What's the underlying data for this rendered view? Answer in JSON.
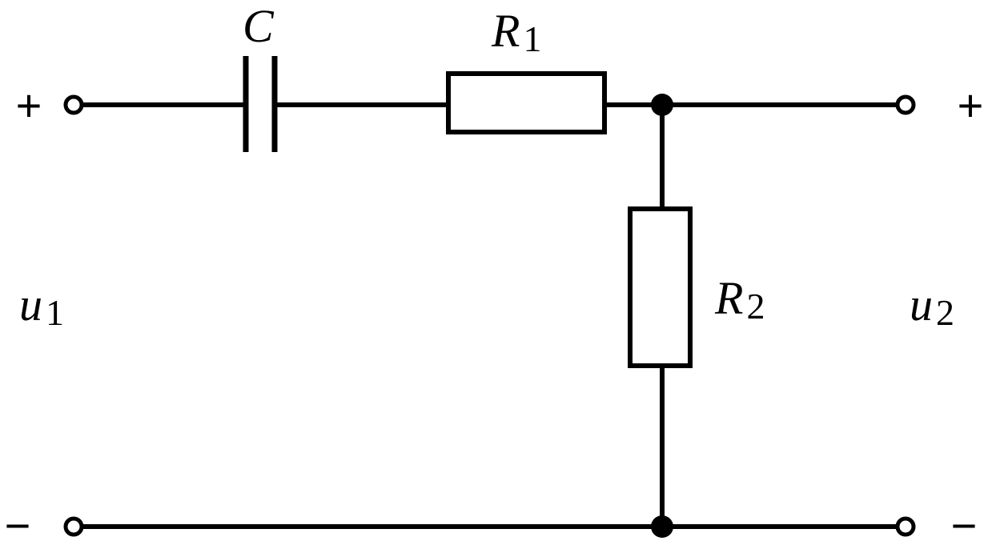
{
  "components": {
    "capacitor": {
      "label": "C"
    },
    "resistor_1": {
      "label": "R",
      "subscript": "1"
    },
    "resistor_2": {
      "label": "R",
      "subscript": "2"
    }
  },
  "ports": {
    "input": {
      "voltage": "u",
      "subscript": "1",
      "plus": "+",
      "minus": "−"
    },
    "output": {
      "voltage": "u",
      "subscript": "2",
      "plus": "+",
      "minus": "−"
    }
  },
  "colors": {
    "stroke": "#000000",
    "background": "#ffffff"
  }
}
